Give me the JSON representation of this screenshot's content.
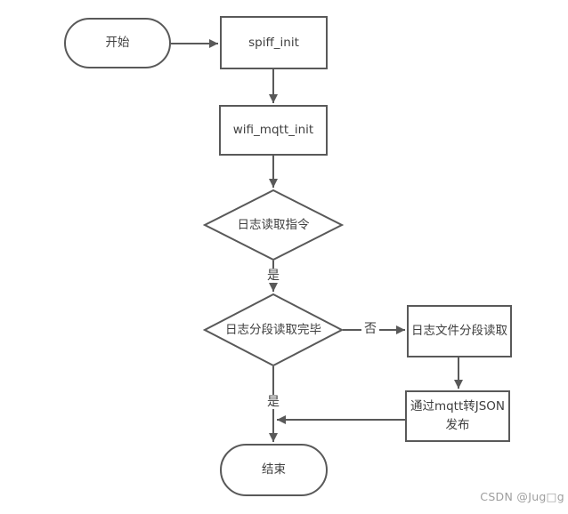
{
  "flowchart": {
    "title": "log read / mqtt publish flowchart",
    "nodes": {
      "start": {
        "label": "开始",
        "shape": "terminator"
      },
      "spiff_init": {
        "label": "spiff_init",
        "shape": "process"
      },
      "wifi_mqtt_init": {
        "label": "wifi_mqtt_init",
        "shape": "process"
      },
      "log_read_cmd": {
        "label": "日志读取指令",
        "shape": "decision"
      },
      "log_segment_done": {
        "label": "日志分段读取完毕",
        "shape": "decision"
      },
      "log_file_segment_read": {
        "label": "日志文件分段读取",
        "shape": "process"
      },
      "mqtt_json_publish": {
        "label": "通过mqtt转JSON\n发布",
        "shape": "process"
      },
      "end": {
        "label": "结束",
        "shape": "terminator"
      }
    },
    "edge_labels": {
      "yes_1": "是",
      "no_1": "否",
      "yes_2": "是"
    }
  },
  "watermark": "CSDN @Jug□g",
  "colors": {
    "line": "#595959",
    "node_border": "#595959",
    "text": "#3f3f3f",
    "watermark": "#9e9e9e",
    "background": "#ffffff"
  }
}
